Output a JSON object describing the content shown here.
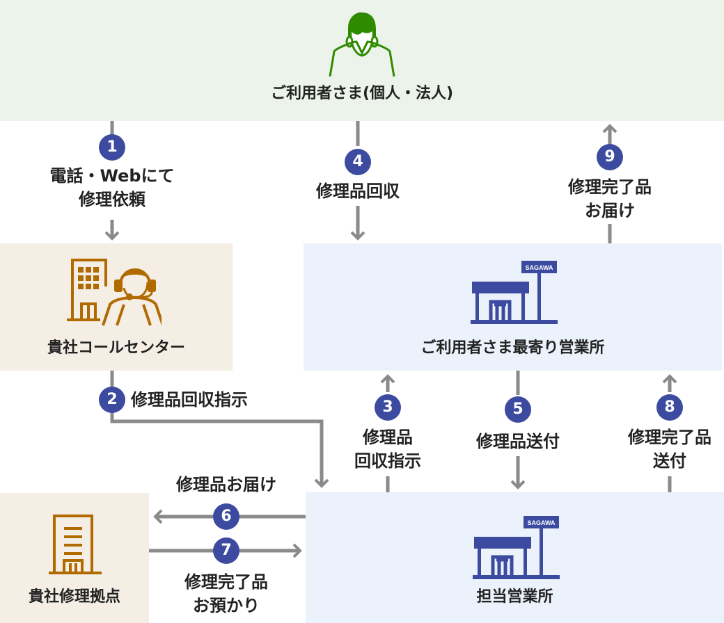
{
  "colors": {
    "customer_bg": "#ecf3ea",
    "company_bg": "#f4eee5",
    "office_bg": "#ebf2fb",
    "customer_icon": "#2e8b00",
    "company_icon": "#b06a00",
    "office_icon": "#3c4b9f",
    "step_circle": "#3c4b9f",
    "arrow": "#8a8a8a"
  },
  "nodes": {
    "customer": {
      "label": "ご利用者さま(個人・法人)",
      "icon": "person-icon"
    },
    "call_center": {
      "label": "貴社コールセンター",
      "icon": "call-center-icon"
    },
    "nearest_office": {
      "label": "ご利用者さま最寄り営業所",
      "icon": "sagawa-office-icon",
      "sign": "SAGAWA"
    },
    "repair_base": {
      "label": "貴社修理拠点",
      "icon": "building-icon"
    },
    "assigned_office": {
      "label": "担当営業所",
      "icon": "sagawa-office-icon",
      "sign": "SAGAWA"
    }
  },
  "steps": [
    {
      "num": "1",
      "line1": "電話・Webにて",
      "line2": "修理依頼"
    },
    {
      "num": "2",
      "line1": "修理品回収指示"
    },
    {
      "num": "3",
      "line1": "修理品",
      "line2": "回収指示"
    },
    {
      "num": "4",
      "line1": "修理品回収"
    },
    {
      "num": "5",
      "line1": "修理品送付"
    },
    {
      "num": "6",
      "line1": "修理品お届け"
    },
    {
      "num": "7",
      "line1": "修理完了品",
      "line2": "お預かり"
    },
    {
      "num": "8",
      "line1": "修理完了品",
      "line2": "送付"
    },
    {
      "num": "9",
      "line1": "修理完了品",
      "line2": "お届け"
    }
  ]
}
